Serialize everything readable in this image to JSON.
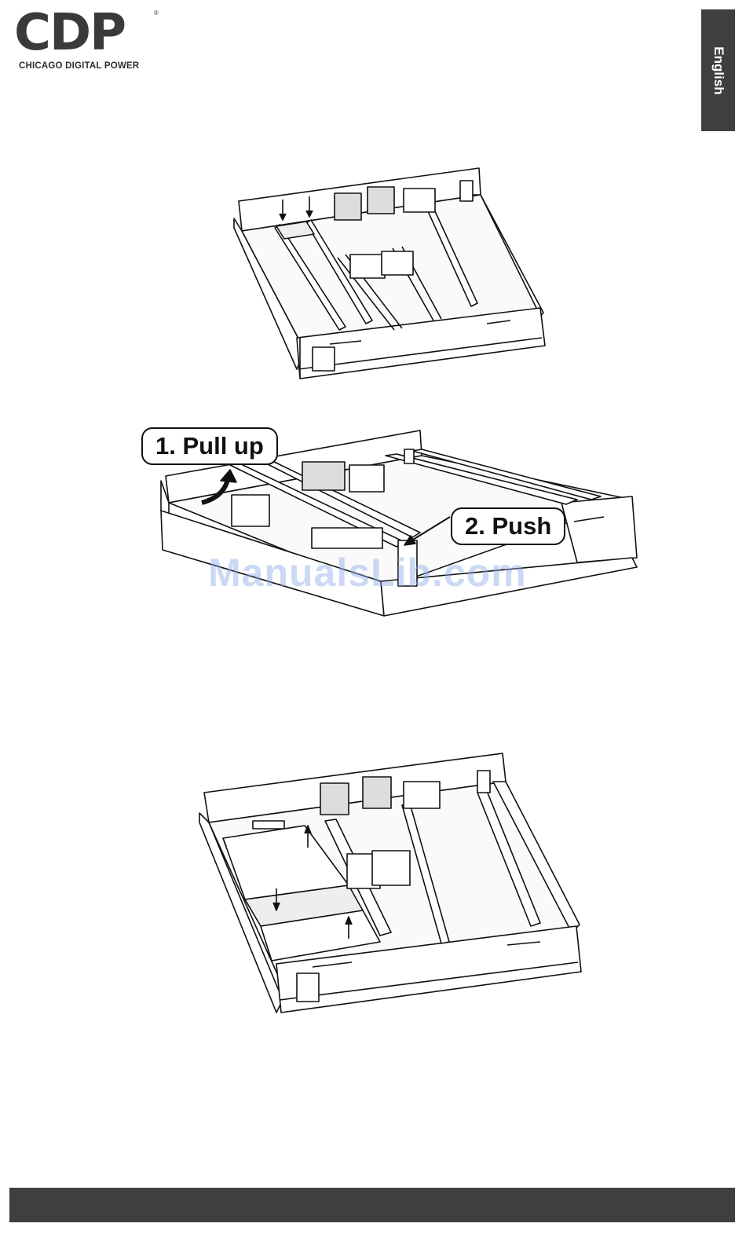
{
  "brand": {
    "logo_letters": "CDP",
    "registered_mark": "®",
    "subtitle": "CHICAGO DIGITAL POWER"
  },
  "language_tab": "English",
  "figures": [
    {
      "icon": "ups-chassis-battery-brackets-illustration"
    },
    {
      "icon": "ups-chassis-pull-push-illustration",
      "callouts": {
        "pull": "1. Pull up",
        "push": "2. Push"
      }
    },
    {
      "icon": "ups-chassis-batteries-installed-illustration"
    }
  ],
  "watermark": "ManualsLib.com",
  "colors": {
    "bar": "#3f3f3f",
    "logo": "#3a3a3a",
    "watermark": "#8caae6"
  }
}
